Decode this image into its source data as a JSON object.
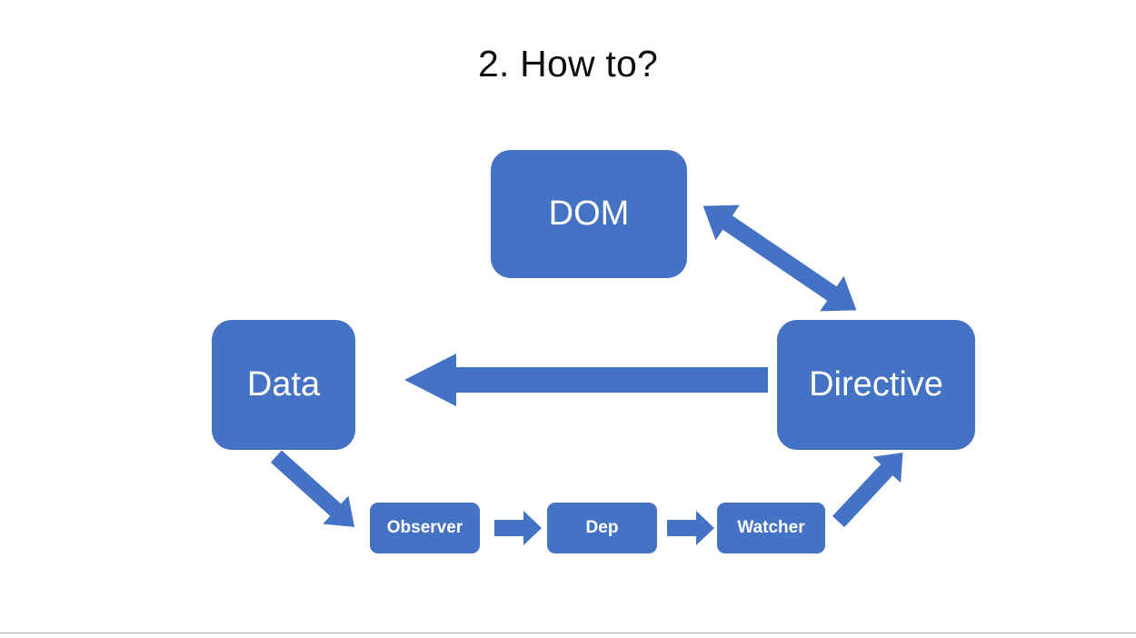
{
  "slide": {
    "title": "2. How to?",
    "background_color": "#ffffff",
    "accent_color": "#4472C4",
    "node_text_color": "#ffffff",
    "title_color": "#0d0d0d",
    "rule_color": "#a6a6a6"
  },
  "nodes": [
    {
      "id": "dom",
      "label": "DOM",
      "size": "large"
    },
    {
      "id": "data",
      "label": "Data",
      "size": "large"
    },
    {
      "id": "directive",
      "label": "Directive",
      "size": "large"
    },
    {
      "id": "observer",
      "label": "Observer",
      "size": "small"
    },
    {
      "id": "dep",
      "label": "Dep",
      "size": "small"
    },
    {
      "id": "watcher",
      "label": "Watcher",
      "size": "small"
    }
  ],
  "connections": [
    {
      "id": "dom-directive",
      "from": "DOM",
      "to": "Directive",
      "style": "double-headed-diagonal"
    },
    {
      "id": "directive-data",
      "from": "Directive",
      "to": "Data",
      "style": "single-headed-horizontal-left"
    },
    {
      "id": "data-observer",
      "from": "Data",
      "to": "Observer",
      "style": "single-headed-diagonal-down-right"
    },
    {
      "id": "observer-dep",
      "from": "Observer",
      "to": "Dep",
      "style": "single-headed-horizontal-right"
    },
    {
      "id": "dep-watcher",
      "from": "Dep",
      "to": "Watcher",
      "style": "single-headed-horizontal-right"
    },
    {
      "id": "watcher-directive",
      "from": "Watcher",
      "to": "Directive",
      "style": "single-headed-diagonal-up-right"
    }
  ]
}
